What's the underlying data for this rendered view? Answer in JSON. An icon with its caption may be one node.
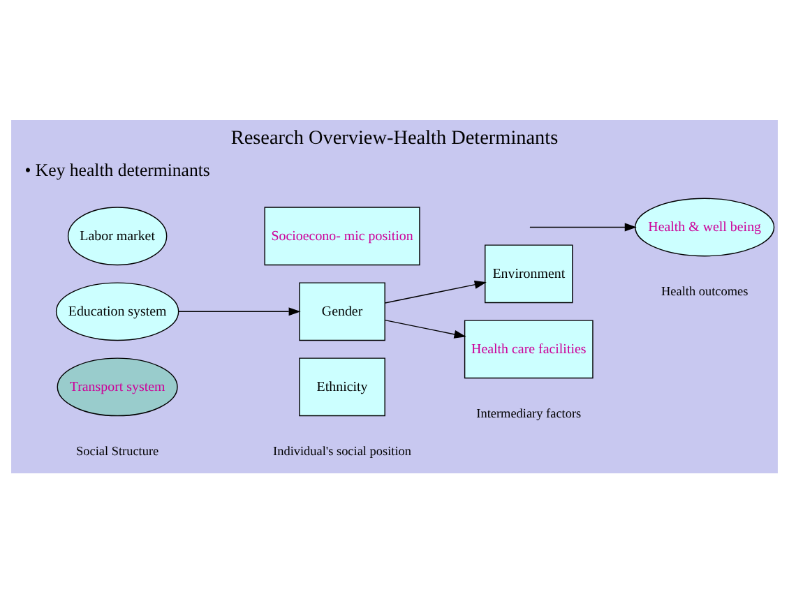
{
  "diagram": {
    "title": "Research Overview-Health Determinants",
    "nodes": [
      {
        "text": [
          "Labor market"
        ]
      },
      {
        "text": [
          "Education system"
        ]
      },
      {
        "text": [
          "Transport system"
        ]
      },
      {
        "text": [
          "Socioecono- mic position"
        ]
      },
      {
        "text": [
          "Gender"
        ]
      },
      {
        "text": [
          "Ethnicity"
        ]
      },
      {
        "text": [
          "Environment"
        ]
      },
      {
        "text": [
          "Health care facilities"
        ]
      },
      {
        "text": [
          "Health & well being"
        ]
      }
    ],
    "edges": [
      {
        "from": 1,
        "to": 4,
        "arrow": "to"
      },
      {
        "from": 4,
        "to": 6,
        "arrow": "to"
      },
      {
        "from": 4,
        "to": 7,
        "arrow": "to"
      },
      {
        "from": null,
        "to": 8,
        "arrow": "to"
      }
    ],
    "labels": [
      "• Key health determinants",
      "Social Structure",
      "Individual's social position",
      "Intermediary factors",
      "Health outcomes"
    ]
  }
}
